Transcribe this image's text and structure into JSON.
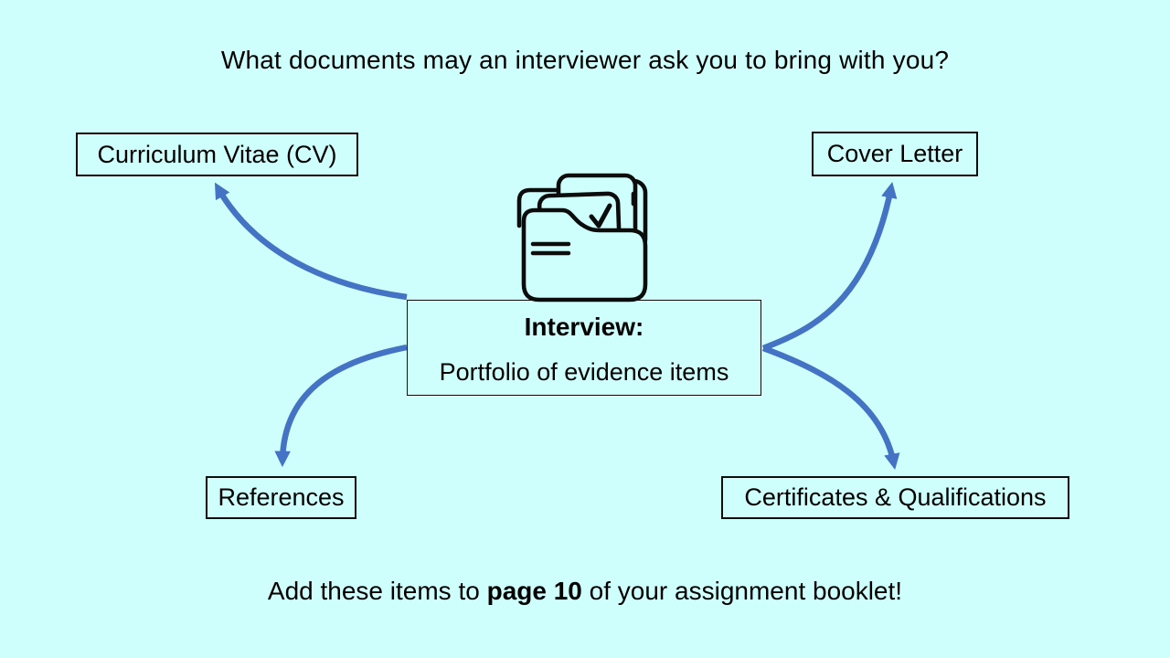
{
  "slide": {
    "title": "What documents may an interviewer ask you to bring with you?",
    "center": {
      "heading": "Interview:",
      "subheading": "Portfolio of evidence items",
      "icon": "documents-folder-check-icon"
    },
    "nodes": [
      {
        "id": "curriculum-vitae",
        "label": "Curriculum Vitae (CV)"
      },
      {
        "id": "cover-letter",
        "label": "Cover Letter"
      },
      {
        "id": "references",
        "label": "References"
      },
      {
        "id": "certificates-qualifications",
        "label": "Certificates & Qualifications"
      }
    ],
    "connectors": [
      {
        "from": "interview-portfolio",
        "to": "curriculum-vitae"
      },
      {
        "from": "interview-portfolio",
        "to": "cover-letter"
      },
      {
        "from": "interview-portfolio",
        "to": "references"
      },
      {
        "from": "interview-portfolio",
        "to": "certificates-qualifications"
      }
    ],
    "footer": {
      "prefix": "Add these items to ",
      "bold": "page 10",
      "suffix": " of your assignment booklet!"
    },
    "colors": {
      "background": "#CEFFFD",
      "arrow": "#4472C4",
      "border": "#0C0C0C",
      "text": "#000000"
    }
  }
}
